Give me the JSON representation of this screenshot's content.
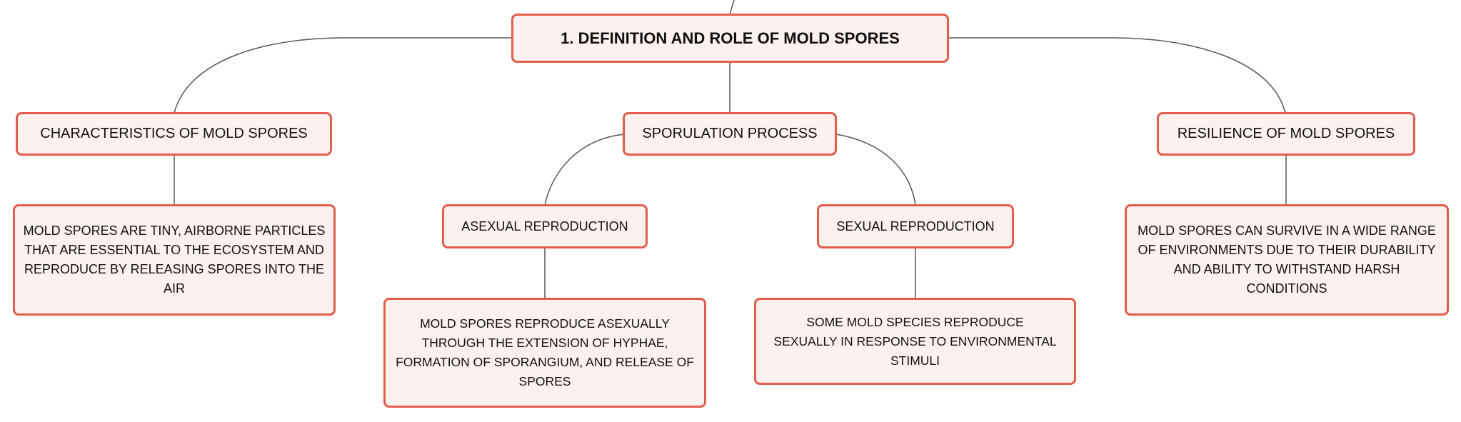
{
  "colors": {
    "node_border": "#e25d4b",
    "node_fill": "#fdf1ef",
    "connector": "#555555",
    "text": "#111111"
  },
  "nodes": {
    "root": "1. DEFINITION AND ROLE OF MOLD SPORES",
    "characteristics": "CHARACTERISTICS OF MOLD SPORES",
    "characteristics_detail": "MOLD SPORES ARE TINY, AIRBORNE PARTICLES THAT ARE ESSENTIAL TO THE ECOSYSTEM AND REPRODUCE BY RELEASING SPORES INTO THE AIR",
    "sporulation": "SPORULATION PROCESS",
    "asexual": "ASEXUAL REPRODUCTION",
    "asexual_detail": "MOLD SPORES REPRODUCE ASEXUALLY THROUGH THE EXTENSION OF HYPHAE, FORMATION OF SPORANGIUM, AND RELEASE OF SPORES",
    "sexual": "SEXUAL REPRODUCTION",
    "sexual_detail": "SOME MOLD SPECIES REPRODUCE SEXUALLY IN RESPONSE TO ENVIRONMENTAL STIMULI",
    "resilience": "RESILIENCE OF MOLD SPORES",
    "resilience_detail": "MOLD SPORES CAN SURVIVE IN A WIDE RANGE OF ENVIRONMENTS DUE TO THEIR DURABILITY AND ABILITY TO WITHSTAND HARSH CONDITIONS"
  }
}
